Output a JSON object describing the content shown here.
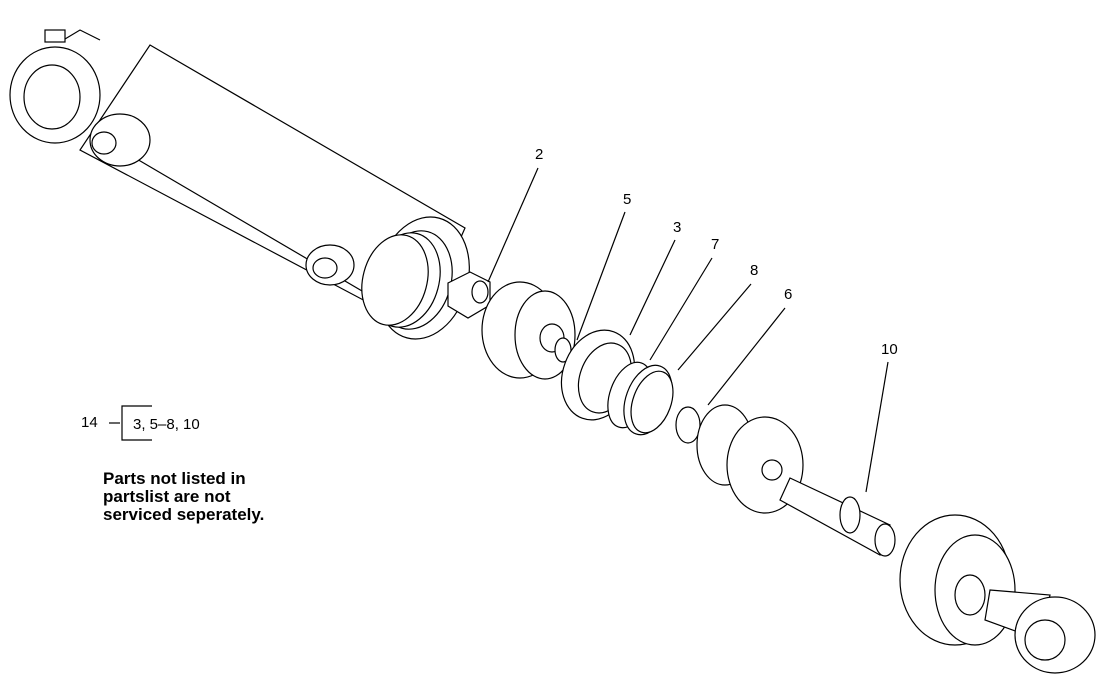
{
  "callouts": [
    "2",
    "5",
    "3",
    "7",
    "8",
    "6",
    "10"
  ],
  "kit": {
    "number": "14",
    "parts": "3, 5–8, 10"
  },
  "note": {
    "line1": "Parts not listed in",
    "line2": "partslist are not",
    "line3": "serviced seperately."
  }
}
